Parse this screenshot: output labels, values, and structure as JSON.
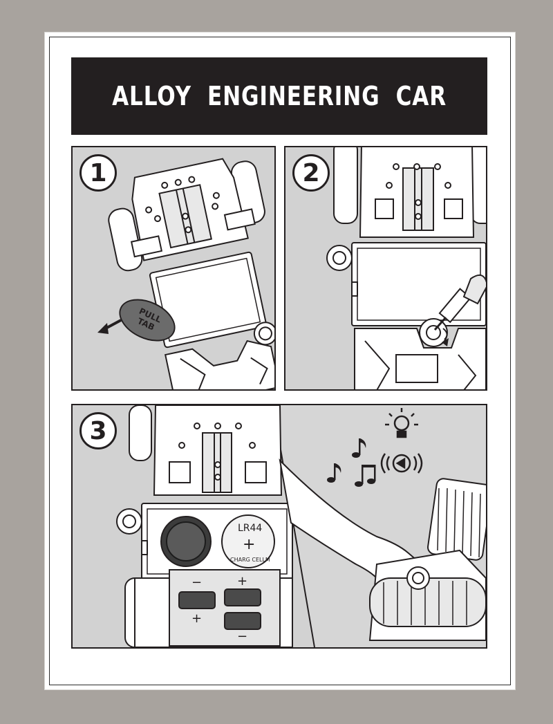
{
  "title": "ALLOY ENGINEERING CAR",
  "steps": [
    {
      "number": "1",
      "tab_label_line1": "PULL",
      "tab_label_line2": "TAB"
    },
    {
      "number": "2"
    },
    {
      "number": "3",
      "battery_label": "LR44",
      "battery_plus": "+",
      "cell_text": "CHARG CELLM",
      "slot_top_minus": "−",
      "slot_top_plus": "+",
      "slot_bottom_plus": "+",
      "slot_bottom_minus": "−"
    }
  ],
  "colors": {
    "page_bg": "#a8a39e",
    "title_bg": "#231f20",
    "panel_bg": "#d2d2d2",
    "ink": "#231f20"
  }
}
